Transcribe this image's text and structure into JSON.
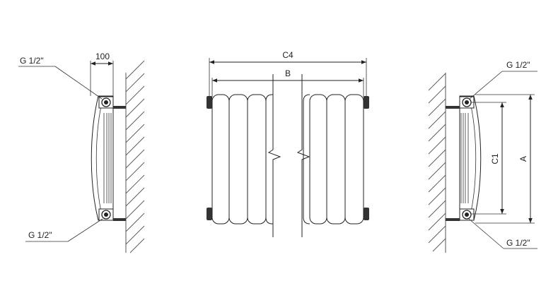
{
  "labels": {
    "side_left": {
      "depth_dim": "100",
      "top_connection": "G 1/2\"",
      "bottom_connection": "G 1/2\""
    },
    "front": {
      "overall_width_dim": "C4",
      "body_width_dim": "B"
    },
    "side_right": {
      "top_connection": "G 1/2\"",
      "bottom_connection": "G 1/2\"",
      "center_distance_dim": "C1",
      "height_dim": "A"
    }
  }
}
